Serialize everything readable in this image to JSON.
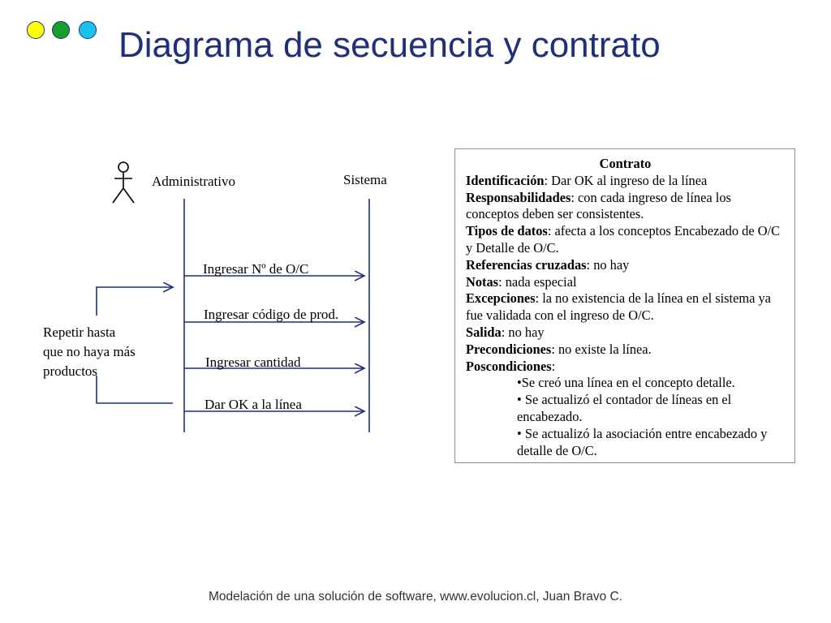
{
  "title": "Diagrama de secuencia y contrato",
  "colors": {
    "title": "#1f2f7a",
    "arrow": "#1f2f7a",
    "dot_yellow": "#ffff00",
    "dot_green": "#16a02b",
    "dot_cyan": "#19c3ee"
  },
  "diagram": {
    "actor_label": "Administrativo",
    "system_label": "Sistema",
    "messages": [
      "Ingresar Nº de O/C",
      "Ingresar código de prod.",
      "Ingresar cantidad",
      "Dar OK a la línea"
    ],
    "loop_label_lines": [
      "Repetir hasta",
      "que no haya más",
      "productos"
    ]
  },
  "contract": {
    "heading": "Contrato",
    "identificacion_label": "Identificación",
    "identificacion_value": ": Dar OK al ingreso de la línea",
    "responsabilidades_label": "Responsabilidades",
    "responsabilidades_value": ": con cada ingreso de línea los conceptos deben ser consistentes.",
    "tipos_label": "Tipos de datos",
    "tipos_value": ": afecta a los conceptos Encabezado de O/C y Detalle de O/C.",
    "referencias_label": "Referencias cruzadas",
    "referencias_value": ": no hay",
    "notas_label": "Notas",
    "notas_value": ": nada especial",
    "excepciones_label": "Excepciones",
    "excepciones_value": ": la no existencia de la línea en el sistema ya fue validada con el ingreso de O/C.",
    "salida_label": "Salida",
    "salida_value": ": no hay",
    "precondiciones_label": "Precondiciones",
    "precondiciones_value": ": no existe la línea.",
    "poscondiciones_label": "Poscondiciones",
    "poscondiciones_value": ":",
    "poscondiciones_items": [
      "•Se creó una línea en el concepto detalle.",
      "• Se actualizó el contador de líneas en el encabezado.",
      "• Se actualizó la asociación entre encabezado y detalle de O/C."
    ]
  },
  "footer": "Modelación de una solución de software, www.evolucion.cl, Juan Bravo C."
}
